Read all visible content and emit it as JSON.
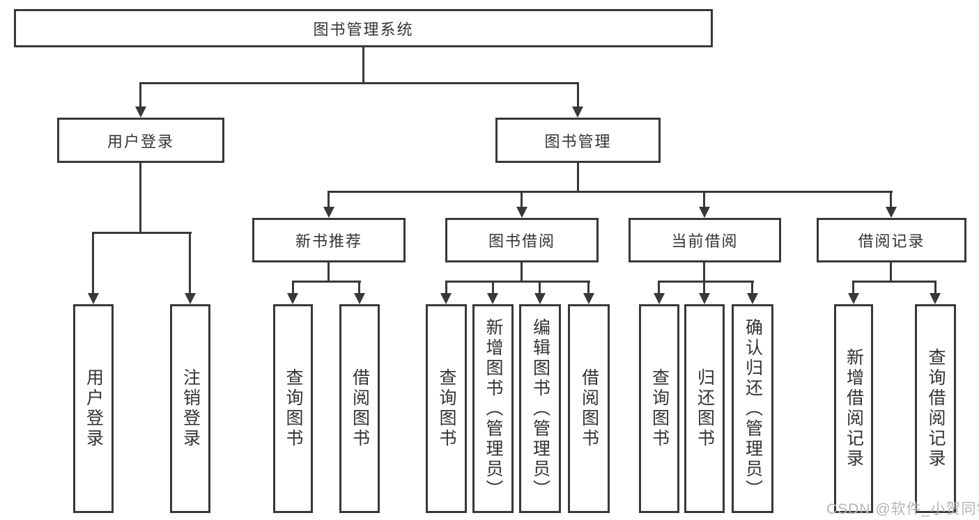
{
  "tree": {
    "root": "图书管理系统",
    "branches": [
      {
        "label": "用户登录",
        "children": [
          "用户登录",
          "注销登录"
        ]
      },
      {
        "label": "图书管理",
        "groups": [
          {
            "label": "新书推荐",
            "children": [
              "查询图书",
              "借阅图书"
            ]
          },
          {
            "label": "图书借阅",
            "children": [
              "查询图书",
              "新增图书（管理员）",
              "编辑图书（管理员）",
              "借阅图书"
            ]
          },
          {
            "label": "当前借阅",
            "children": [
              "查询图书",
              "归还图书",
              "确认归还（管理员）"
            ]
          },
          {
            "label": "借阅记录",
            "children": [
              "新增借阅记录",
              "查询借阅记录"
            ]
          }
        ]
      }
    ]
  },
  "watermark": {
    "text": "CSDN @软件_小贺同学"
  },
  "colors": {
    "line": "#383838",
    "text": "#333333",
    "watermark": "#b5b5b5",
    "background": "#ffffff"
  }
}
